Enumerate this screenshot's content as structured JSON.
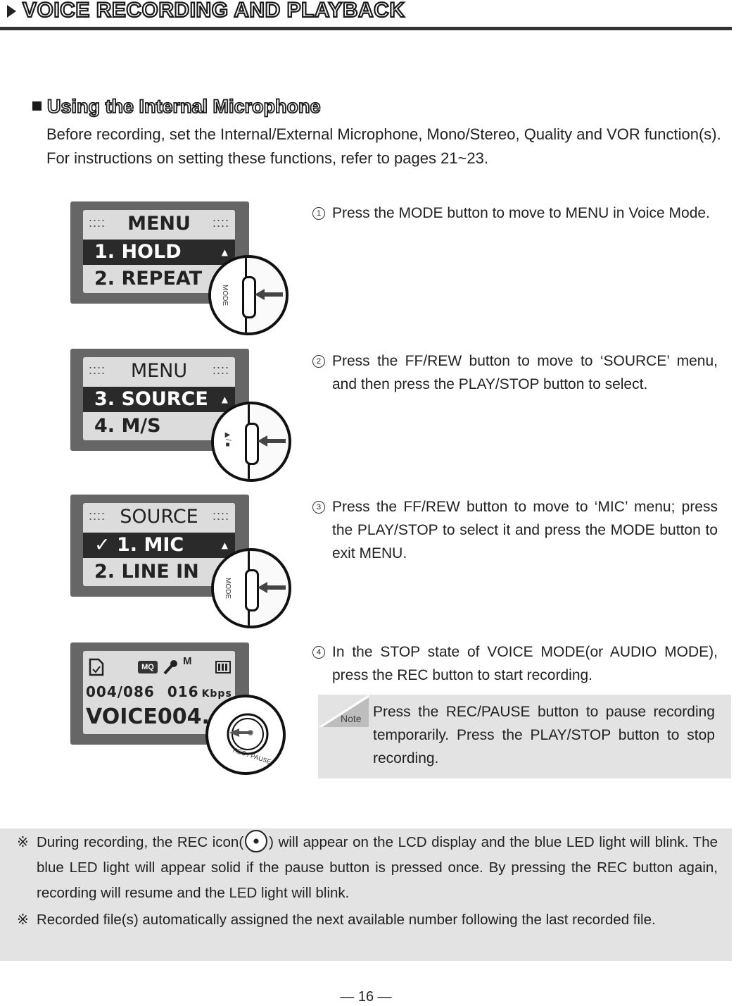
{
  "header": {
    "title": "VOICE RECORDING AND PLAYBACK"
  },
  "section": {
    "title": "Using the Internal Microphone",
    "intro": "Before recording, set the Internal/External Microphone, Mono/Stereo, Quality and VOR function(s). For instructions on setting these functions, refer to pages 21~23."
  },
  "screens": [
    {
      "head": "MENU",
      "line1": "1. HOLD",
      "line2": "2. REPEAT",
      "button": "MODE"
    },
    {
      "head": "MENU",
      "line1": "3. SOURCE",
      "line2": "4. M/S",
      "button": "▶/■"
    },
    {
      "head": "SOURCE",
      "line1": "✓ 1. MIC",
      "line2": "2. LINE IN",
      "button": "MODE"
    },
    {
      "counter": "004/086",
      "bitrate": "016",
      "bitrate_unit": "Kbps",
      "file": "VOICE004.  M",
      "quality_badge": "MQ",
      "mode_badge": "M",
      "button": "REC / PAUSE"
    }
  ],
  "steps": [
    {
      "num": "1",
      "text": "Press the MODE button to move to MENU in Voice Mode."
    },
    {
      "num": "2",
      "text": "Press the FF/REW button to move to ‘SOURCE’ menu, and then press the PLAY/STOP button to select."
    },
    {
      "num": "3",
      "text": "Press the FF/REW button to move to ‘MIC’ menu; press the PLAY/STOP to select it and press the MODE button to exit MENU."
    },
    {
      "num": "4",
      "text": "In the STOP state of VOICE MODE(or AUDIO MODE), press the REC button to start recording."
    }
  ],
  "note": {
    "label": "Note",
    "text": "Press the REC/PAUSE button to pause recording temporarily. Press the PLAY/STOP button to stop recording."
  },
  "footnotes": {
    "mark": "※",
    "item1_before": "During recording, the REC icon(",
    "item1_after": ") will appear on the LCD display and the blue LED light will blink. The blue LED light will appear solid if the pause button is pressed once. By pressing the REC button again, recording will resume and the LED light will blink.",
    "item2": "Recorded file(s) automatically assigned the next available number following the last recorded  file."
  },
  "page_number": "— 16 —"
}
